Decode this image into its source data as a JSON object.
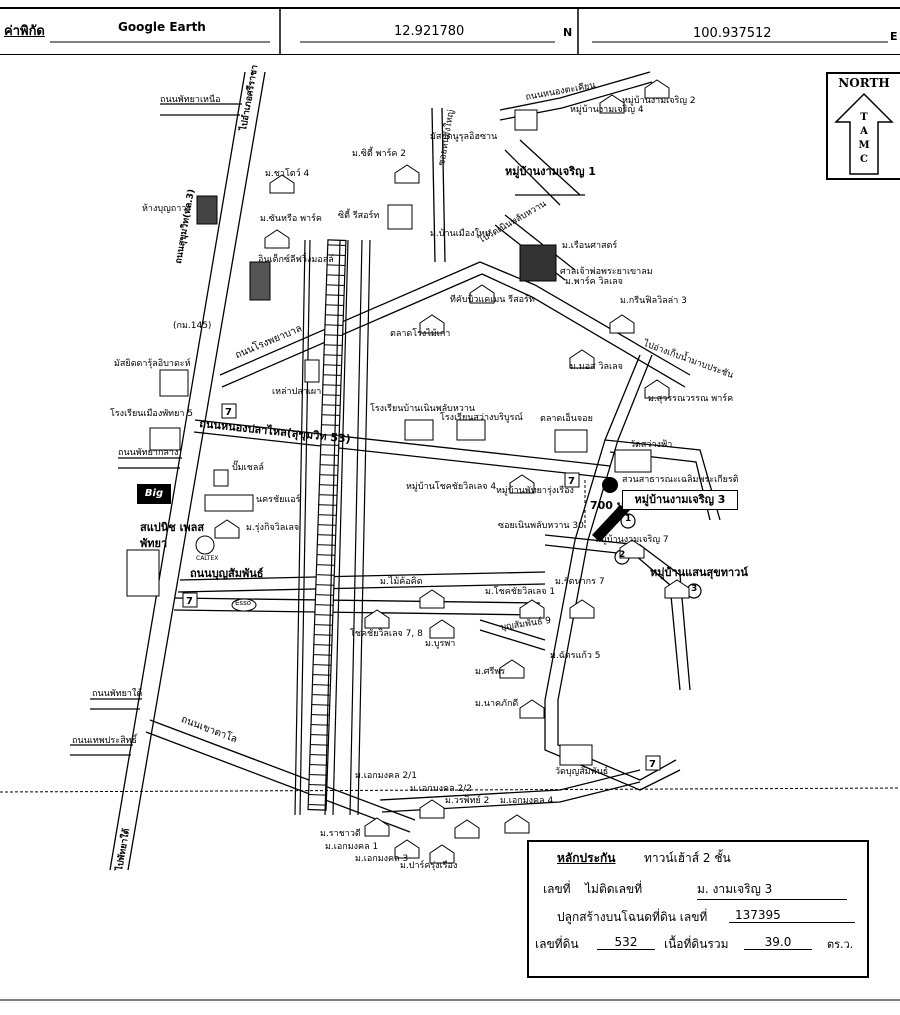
{
  "header": {
    "coord_label": "ค่าพิกัด",
    "source": "Google Earth",
    "lat": "12.921780",
    "lat_dir": "N",
    "lon": "100.937512",
    "lon_dir": "E"
  },
  "north": {
    "title": "NORTH",
    "letters": [
      "T",
      "A",
      "M",
      "C"
    ]
  },
  "roads": {
    "sukhumvit": "ถนนสุขุมวิท(ทล.3)",
    "to_sriracha": "ไปอำเภอศรีราชา",
    "to_south_pattaya": "ไปพัทยาใต้",
    "nong_pla_lai": "ถนนหนองปลาไหล(สุขุมวิท 53)",
    "boon_samphan": "ถนนบุญสัมพันธ์",
    "khao_talo": "ถนนเขาตาโล",
    "rong_phayaban": "ถนนโรงพยาบาล",
    "pattaya_nuea": "ถนนพัทยาเหนือ",
    "pattaya_klang": "ถนนพัทยากลาง",
    "pattaya_tai": "ถนนพัทยาใต้",
    "thepprasit": "ถนนเทพประสิทธิ์",
    "to_nong_khong": "ถนนหนองตะเคียน",
    "soi_30": "ซอยเนินพลับหวาน 30",
    "soi_boonsamphan9": "บุญสัมพันธ์ 9",
    "soi_nongyai": "ซอยหนองใหญ่",
    "to_tao": "ไปวัดเนินพลับหวาน",
    "to_mapprachan": "ไปอ่างเก็บน้ำมาบประชัน",
    "distance": "700 ม.",
    "km145": "(กม.145)"
  },
  "places": {
    "mosque_top": "มัสยิดนูรุลอิฮซาน",
    "village1": "หมู่บ้านงามเจริญ 1",
    "village2": "หมู่บ้านงามเจริญ 2",
    "village4": "หมู่บ้านงามเจริญ 4",
    "city_park": "ม.ซิตี้ พาร์ค 2",
    "chateau": "ม.ชาโตว์ 4",
    "city_resort": "ซิตี้ รีสอร์ท",
    "central": "ห้างบุญถาวร",
    "ban_park": "ม.ซันหรือ พาร์ค",
    "index": "อินเด็กซ์ลีฟวิ่งมอลล์",
    "bun_muang": "ม.บ้านเมืองใหม่",
    "seva_park": "ม.เรือนศาสตร์",
    "mosque": "มัสยิดดารุ้ลอิบาดะห์",
    "school5": "โรงเรียนเมืองพัทยา 5",
    "nong_yai_market": "ตลาดโรงไม้เก่า",
    "kittai": "ทีคับบิวแคเมน รีสอร์ท",
    "tamnak": "ศาลเจ้าพ่อพระยาเขาลม",
    "park_villa": "ม.พาร์ค วิลเลจ",
    "green_villa": "ม.กรีนฟิลวิลล่า 3",
    "ms_villa": "ม.มอส วิลเลจ",
    "supawan_park": "ม.สุวรรณวรรณ พาร์ค",
    "boat": "เหล่าปลาเผา",
    "school_nongprue": "โรงเรียนบ้านเนินพลับหวาน",
    "school_sawang": "โรงเรียนสว่างบริบูรณ์",
    "market_enjoy": "ตลาดเอ็นจอย",
    "wat_sawang": "วัดสว่างฟ้า",
    "cemetery": "สวนสาธารณะเฉลิมพระเกียรติ",
    "village3": "หมู่บ้านงามเจริญ 3",
    "village7": "หมู่บ้านงามเจริญ 7",
    "sukhum_town": "หมู่บ้านแสนสุขทาวน์",
    "chokchai4": "หมู่บ้านโชคชัยวิลเลจ 4",
    "pattaya_house": "หมู่บ้านพัทยารุ่งเรือง",
    "pump": "ปั๊มเชลล์",
    "bus": "นครชัยแอร์",
    "rungkit": "ม.รุ่งกิจวิลเลจ",
    "caltex": "CALTEX",
    "big": "Big",
    "big_c": "สแปนิช เพลสพัทยา",
    "mai_lot": "ม.ไม้ค้อคิด",
    "chokchai1": "ม.โชคชัยวิลเลจ 1",
    "rattanakorn": "ม.รัตนากร 7",
    "chokchai78": "โชคชัยวิลเลจ 7, 8",
    "burapha": "ม.บูรพา",
    "chatkaew": "ม.ฉัตรแก้ว 5",
    "sriphon": "ม.ศรีพร",
    "naphakdi": "ม.นาคภักดี",
    "wat_boon": "วัดบุญสัมพันธ์",
    "esso": "Esso",
    "ekmongkol21": "ม.เอกมงคล 2/1",
    "ekmongkol22": "ม.เอกมงคล 2/2",
    "wara": "ม.วรพิทย์ 2",
    "ekmongkol4": "ม.เอกมงคล 4",
    "rachawadee": "ม.ราชาวดี",
    "ekmongkol1": "ม.เอกมงคล 1",
    "ekmongkol3": "ม.เอกมงคล 3",
    "park_rung": "ม.ปาร์ครุ่งเรือง",
    "n1": "1",
    "n2": "2",
    "n3": "3"
  },
  "info": {
    "title": "หลักประกัน",
    "type": "ทาวน์เฮ้าส์ 2 ชั้น",
    "no_label": "เลขที่",
    "no_value": "ไม่ติดเลขที่",
    "village": "ม. งามเจริญ 3",
    "built_on": "ปลูกสร้างบนโฉนดที่ดิน เลขที่",
    "deed_no": "137395",
    "land_label": "เลขที่ดิน",
    "land_no": "532",
    "area_label": "เนื้อที่ดินรวม",
    "area": "39.0",
    "unit": "ตร.ว."
  }
}
